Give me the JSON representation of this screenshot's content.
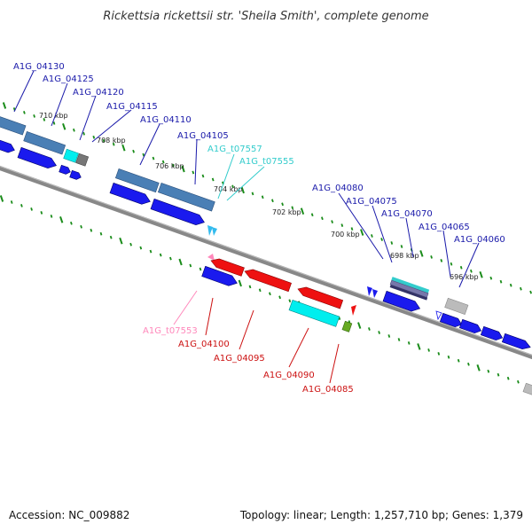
{
  "title": "Rickettsia rickettsii str. 'Sheila Smith', complete genome",
  "footer": {
    "accession": "Accession: NC_009882",
    "stats": "Topology: linear; Length: 1,257,710 bp; Genes: 1,379"
  },
  "colors": {
    "forward_gene": "#1a1aee",
    "forward_cds": "#4a7fb5",
    "reverse_gene": "#ee1111",
    "reverse_cds": "#00dddd",
    "trna": "#33cccc",
    "misc": "#aaaaaa",
    "backbone": "#888888",
    "tick": "#1a8c1a",
    "label_forward": "#1a1aaa",
    "label_trna": "#33cccc",
    "label_reverse": "#cc1111",
    "label_pink": "#ff88bb"
  },
  "kbp_labels": [
    "710 kbp",
    "708 kbp",
    "706 kbp",
    "704 kbp",
    "702 kbp",
    "700 kbp",
    "698 kbp",
    "696 kbp"
  ],
  "gene_labels": [
    {
      "id": "A1G_04130",
      "kind": "forward"
    },
    {
      "id": "A1G_04125",
      "kind": "forward"
    },
    {
      "id": "A1G_04120",
      "kind": "forward"
    },
    {
      "id": "A1G_04115",
      "kind": "forward"
    },
    {
      "id": "A1G_04110",
      "kind": "forward"
    },
    {
      "id": "A1G_04105",
      "kind": "forward"
    },
    {
      "id": "A1G_t07557",
      "kind": "trna"
    },
    {
      "id": "A1G_t07555",
      "kind": "trna"
    },
    {
      "id": "A1G_04080",
      "kind": "forward"
    },
    {
      "id": "A1G_04075",
      "kind": "forward"
    },
    {
      "id": "A1G_04070",
      "kind": "forward"
    },
    {
      "id": "A1G_04065",
      "kind": "forward"
    },
    {
      "id": "A1G_04060",
      "kind": "forward"
    },
    {
      "id": "A1G_t07553",
      "kind": "pink"
    },
    {
      "id": "A1G_04100",
      "kind": "reverse"
    },
    {
      "id": "A1G_04095",
      "kind": "reverse"
    },
    {
      "id": "A1G_04090",
      "kind": "reverse"
    },
    {
      "id": "A1G_04085",
      "kind": "reverse"
    }
  ]
}
